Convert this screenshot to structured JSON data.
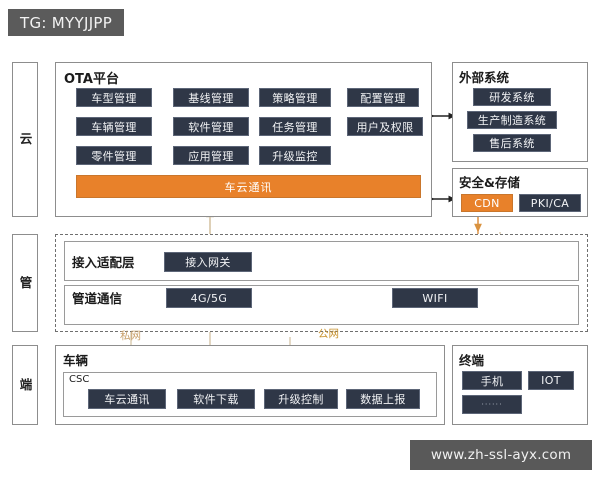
{
  "header": {
    "tag": "TG: MYYJJPP"
  },
  "watermark": {
    "text": "www.zh-ssl-ayx.com"
  },
  "rails": [
    {
      "label": "云"
    },
    {
      "label": "管"
    },
    {
      "label": "端"
    }
  ],
  "ota": {
    "title": "OTA平台",
    "modules": [
      "车型管理",
      "基线管理",
      "策略管理",
      "配置管理",
      "车辆管理",
      "软件管理",
      "任务管理",
      "用户及权限",
      "零件管理",
      "应用管理",
      "升级监控"
    ],
    "bus": "车云通讯"
  },
  "external": {
    "title": "外部系统",
    "items": [
      "研发系统",
      "生产制造系统",
      "售后系统"
    ]
  },
  "security": {
    "title": "安全&存储",
    "items": [
      "CDN",
      "PKI/CA"
    ]
  },
  "pipe": {
    "adapt": {
      "title": "接入适配层",
      "items": [
        "接入网关"
      ]
    },
    "channel": {
      "title": "管道通信",
      "items": [
        "4G/5G",
        "WIFI"
      ]
    }
  },
  "network_labels": {
    "private": "私网",
    "public": "公网"
  },
  "vehicle": {
    "title": "车辆",
    "csc_label": "CSC",
    "items": [
      "车云通讯",
      "软件下载",
      "升级控制",
      "数据上报"
    ]
  },
  "terminal": {
    "title": "终端",
    "items": [
      "手机",
      "IOT",
      "······"
    ]
  },
  "colors": {
    "chip_navy": "#2f3747",
    "chip_border": "#5d6678",
    "accent_orange": "#e8812a",
    "wire_tan": "#d9c9ad",
    "panel_border": "#8d8d8d",
    "tag_gray": "#5b5b5b"
  }
}
